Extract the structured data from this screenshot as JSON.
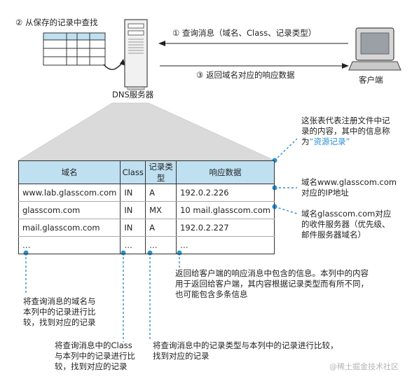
{
  "top": {
    "step2_label": "② 从保存的记录中查找",
    "step1_label": "① 查询消息（域名、Class、记录类型）",
    "step3_label": "③ 返回域名对应的响应数据",
    "dns_server_label": "DNS服务器",
    "client_label": "客户端"
  },
  "table": {
    "headers": [
      "域名",
      "Class",
      "记录类型",
      "响应数据"
    ],
    "rows": [
      [
        "www.lab.glasscom.com",
        "IN",
        "A",
        "192.0.2.226"
      ],
      [
        "glasscom.com",
        "IN",
        "MX",
        "10 mail.glasscom.com"
      ],
      [
        "mail.glasscom.com",
        "IN",
        "A",
        "192.0.2.227"
      ],
      [
        "…",
        "…",
        "…",
        "…"
      ]
    ]
  },
  "callouts": {
    "resource_record_line1": "这张表代表注册文件中记",
    "resource_record_line2": "录的内容，其中的信息称",
    "resource_record_line3_prefix": "为",
    "resource_record_highlight": "“资源记录”",
    "www_line1": "域名www.glasscom.com",
    "www_line2": "对应的IP地址",
    "mx_line1": "域名glasscom.com对应",
    "mx_line2": "的收件服务器（优先级、",
    "mx_line3": "邮件服务器域名）",
    "response_line1": "返回给客户端的响应消息中包含的信息。本列中的内容",
    "response_line2": "用于返回给客户端，其内容根据记录类型而有所不同，",
    "response_line3": "也可能包含多条信息",
    "domain_col_line1": "将查询消息的域名与",
    "domain_col_line2": "本列中的记录进行比",
    "domain_col_line3": "较，找到对应的记录",
    "class_col_line1": "将查询消息中的Class",
    "class_col_line2": "与本列中的记录进行比",
    "class_col_line3": "较，找到对应的记录",
    "type_col_line1": "将查询消息中的记录类型与本列中的记录进行比较，",
    "type_col_line2": "找到对应的记录"
  },
  "watermark": "@稀土掘金技术社区",
  "colors": {
    "accent": "#2a8fd0",
    "header_fill": "#bfe0f1",
    "funnel": "#d8d8d8"
  }
}
